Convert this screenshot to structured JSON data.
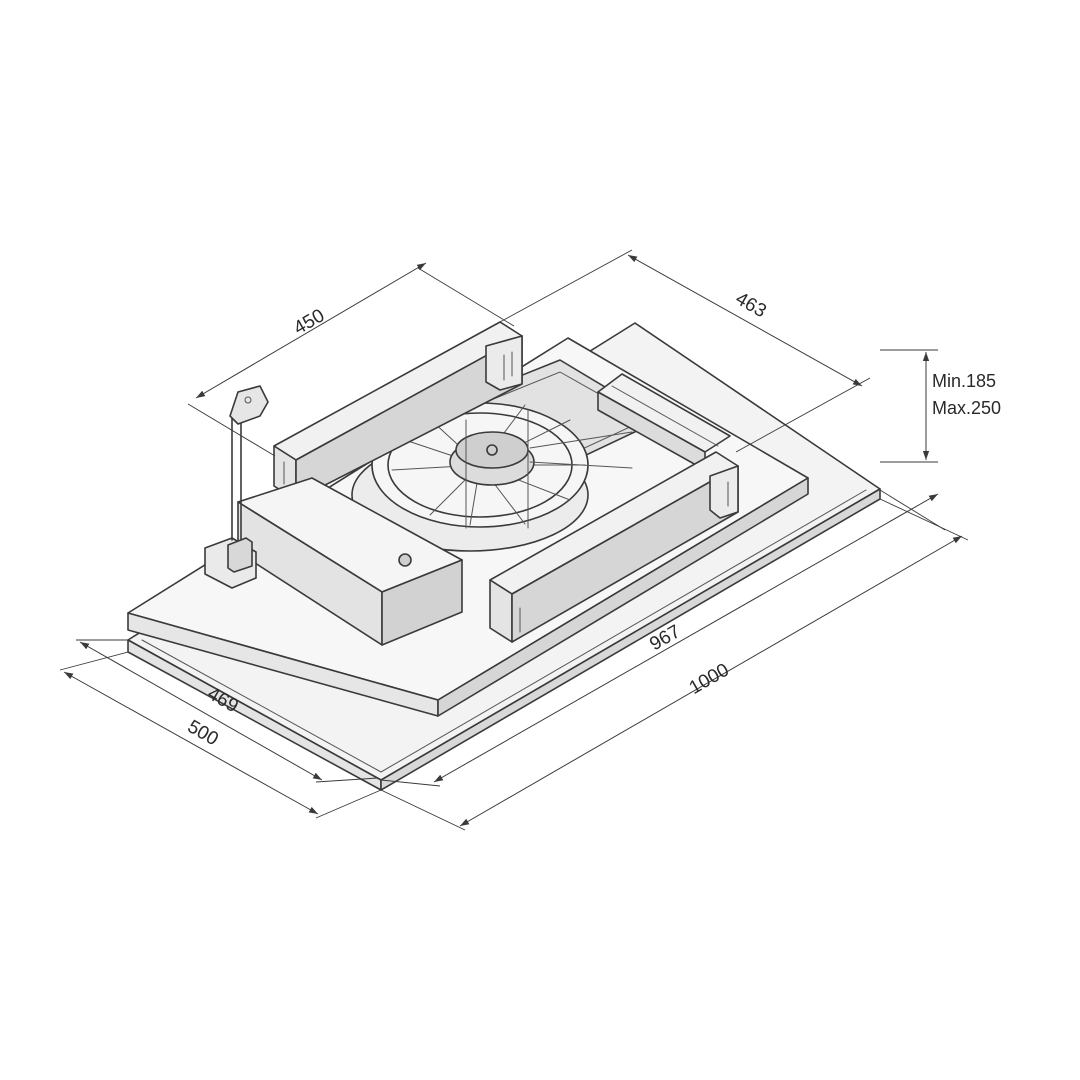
{
  "dimensions": {
    "width_top": "450",
    "depth_top": "463",
    "height_min": "Min.185",
    "height_max": "Max.250",
    "inner_width": "967",
    "outer_width": "1000",
    "inner_depth": "469",
    "outer_depth": "500"
  },
  "colors": {
    "line": "#3a3a3a",
    "face_light": "#f4f4f4",
    "face_mid": "#e6e6e6",
    "face_dark": "#d4d4d4"
  }
}
